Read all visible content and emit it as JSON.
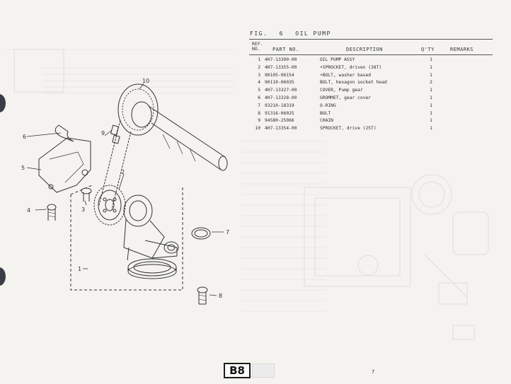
{
  "figure": {
    "label": "FIG.",
    "number": "6",
    "title": "OIL PUMP"
  },
  "table_headers": {
    "ref_top": "REF.",
    "ref_bottom": "NO.",
    "part_no": "PART NO.",
    "description": "DESCRIPTION",
    "qty": "Q'TY",
    "remarks": "REMARKS"
  },
  "parts": [
    {
      "ref": "1",
      "part_no": "4H7-13300-00",
      "description": "OIL PUMP ASSY",
      "qty": "1"
    },
    {
      "ref": "2",
      "part_no": "4H7-13355-00",
      "description": "•SPROCKET, driven (38T)",
      "qty": "1"
    },
    {
      "ref": "3",
      "part_no": "90105-06154",
      "description": "•BOLT, washer based",
      "qty": "1"
    },
    {
      "ref": "4",
      "part_no": "90110-06035",
      "description": "BOLT, hexagon socket head",
      "qty": "2"
    },
    {
      "ref": "5",
      "part_no": "4H7-13327-00",
      "description": "COVER, Pump gear",
      "qty": "1"
    },
    {
      "ref": "6",
      "part_no": "4H7-13328-00",
      "description": "GROMMET, gear cover",
      "qty": "1"
    },
    {
      "ref": "7",
      "part_no": "93210-18319",
      "description": "O-RING",
      "qty": "1"
    },
    {
      "ref": "8",
      "part_no": "91316-06025",
      "description": "BOLT",
      "qty": "1"
    },
    {
      "ref": "9",
      "part_no": "94580-25066",
      "description": "CHAIN",
      "qty": "1"
    },
    {
      "ref": "10",
      "part_no": "4H7-13354-00",
      "description": "SPROCKET, drive (25T)",
      "qty": "1"
    }
  ],
  "callouts": {
    "c1": "1",
    "c2": "2",
    "c3": "3",
    "c4": "4",
    "c5": "5",
    "c6": "6",
    "c7": "7",
    "c8": "8",
    "c9": "9",
    "c10": "10"
  },
  "footer": {
    "section_tab": "B8",
    "page_number": "7"
  },
  "colors": {
    "paper": "#f4f3ef",
    "ink": "#2a2a2a",
    "punch_hole": "#3a3d44"
  }
}
